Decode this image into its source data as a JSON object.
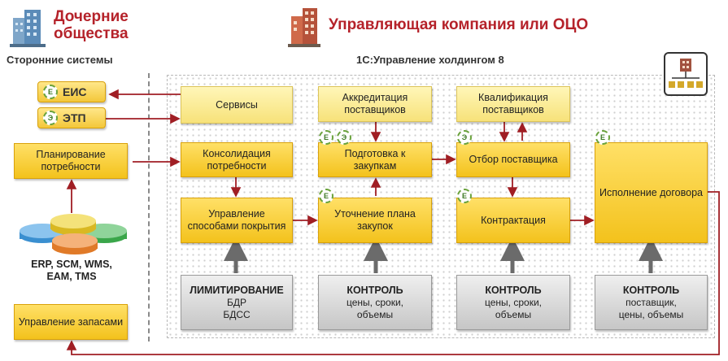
{
  "header": {
    "subsidiaries": "Дочерние\nобщества",
    "management": "Управляющая компания или ОЦО"
  },
  "sections": {
    "third_party": "Сторонние системы",
    "holding": "1С:Управление холдингом 8"
  },
  "external": {
    "eis": "ЕИС",
    "etp": "ЭТП",
    "badge_e": "Е",
    "badge_ye": "Э"
  },
  "left_boxes": {
    "planning": "Планирование потребности",
    "systems": "ERP, SCM, WMS,\nEAM, TMS",
    "inventory": "Управление запасами"
  },
  "process": {
    "services": "Сервисы",
    "consolidation": "Консолидация потребности",
    "coverage": "Управление способами покрытия",
    "accreditation": "Аккредитация поставщиков",
    "preparation": "Подготовка к закупкам",
    "plan_refine": "Уточнение плана закупок",
    "qualification": "Квалификация поставщиков",
    "selection": "Отбор поставщика",
    "contracting": "Контрактация",
    "execution": "Исполнение договора"
  },
  "controls": [
    {
      "title": "ЛИМИТИРОВАНИЕ",
      "line1": "БДР",
      "line2": "БДСС"
    },
    {
      "title": "КОНТРОЛЬ",
      "line1": "цены, сроки,",
      "line2": "объемы"
    },
    {
      "title": "КОНТРОЛЬ",
      "line1": "цены, сроки,",
      "line2": "объемы"
    },
    {
      "title": "КОНТРОЛЬ",
      "line1": "поставщик,",
      "line2": "цены, объемы"
    }
  ],
  "colors": {
    "title_red": "#b5222a",
    "arrow_red": "#a01e24",
    "box_yellow": "#f3c21c",
    "box_light": "#f7e27a",
    "control_gray": "#c6c6c6",
    "badge_green": "#6aa23c"
  }
}
